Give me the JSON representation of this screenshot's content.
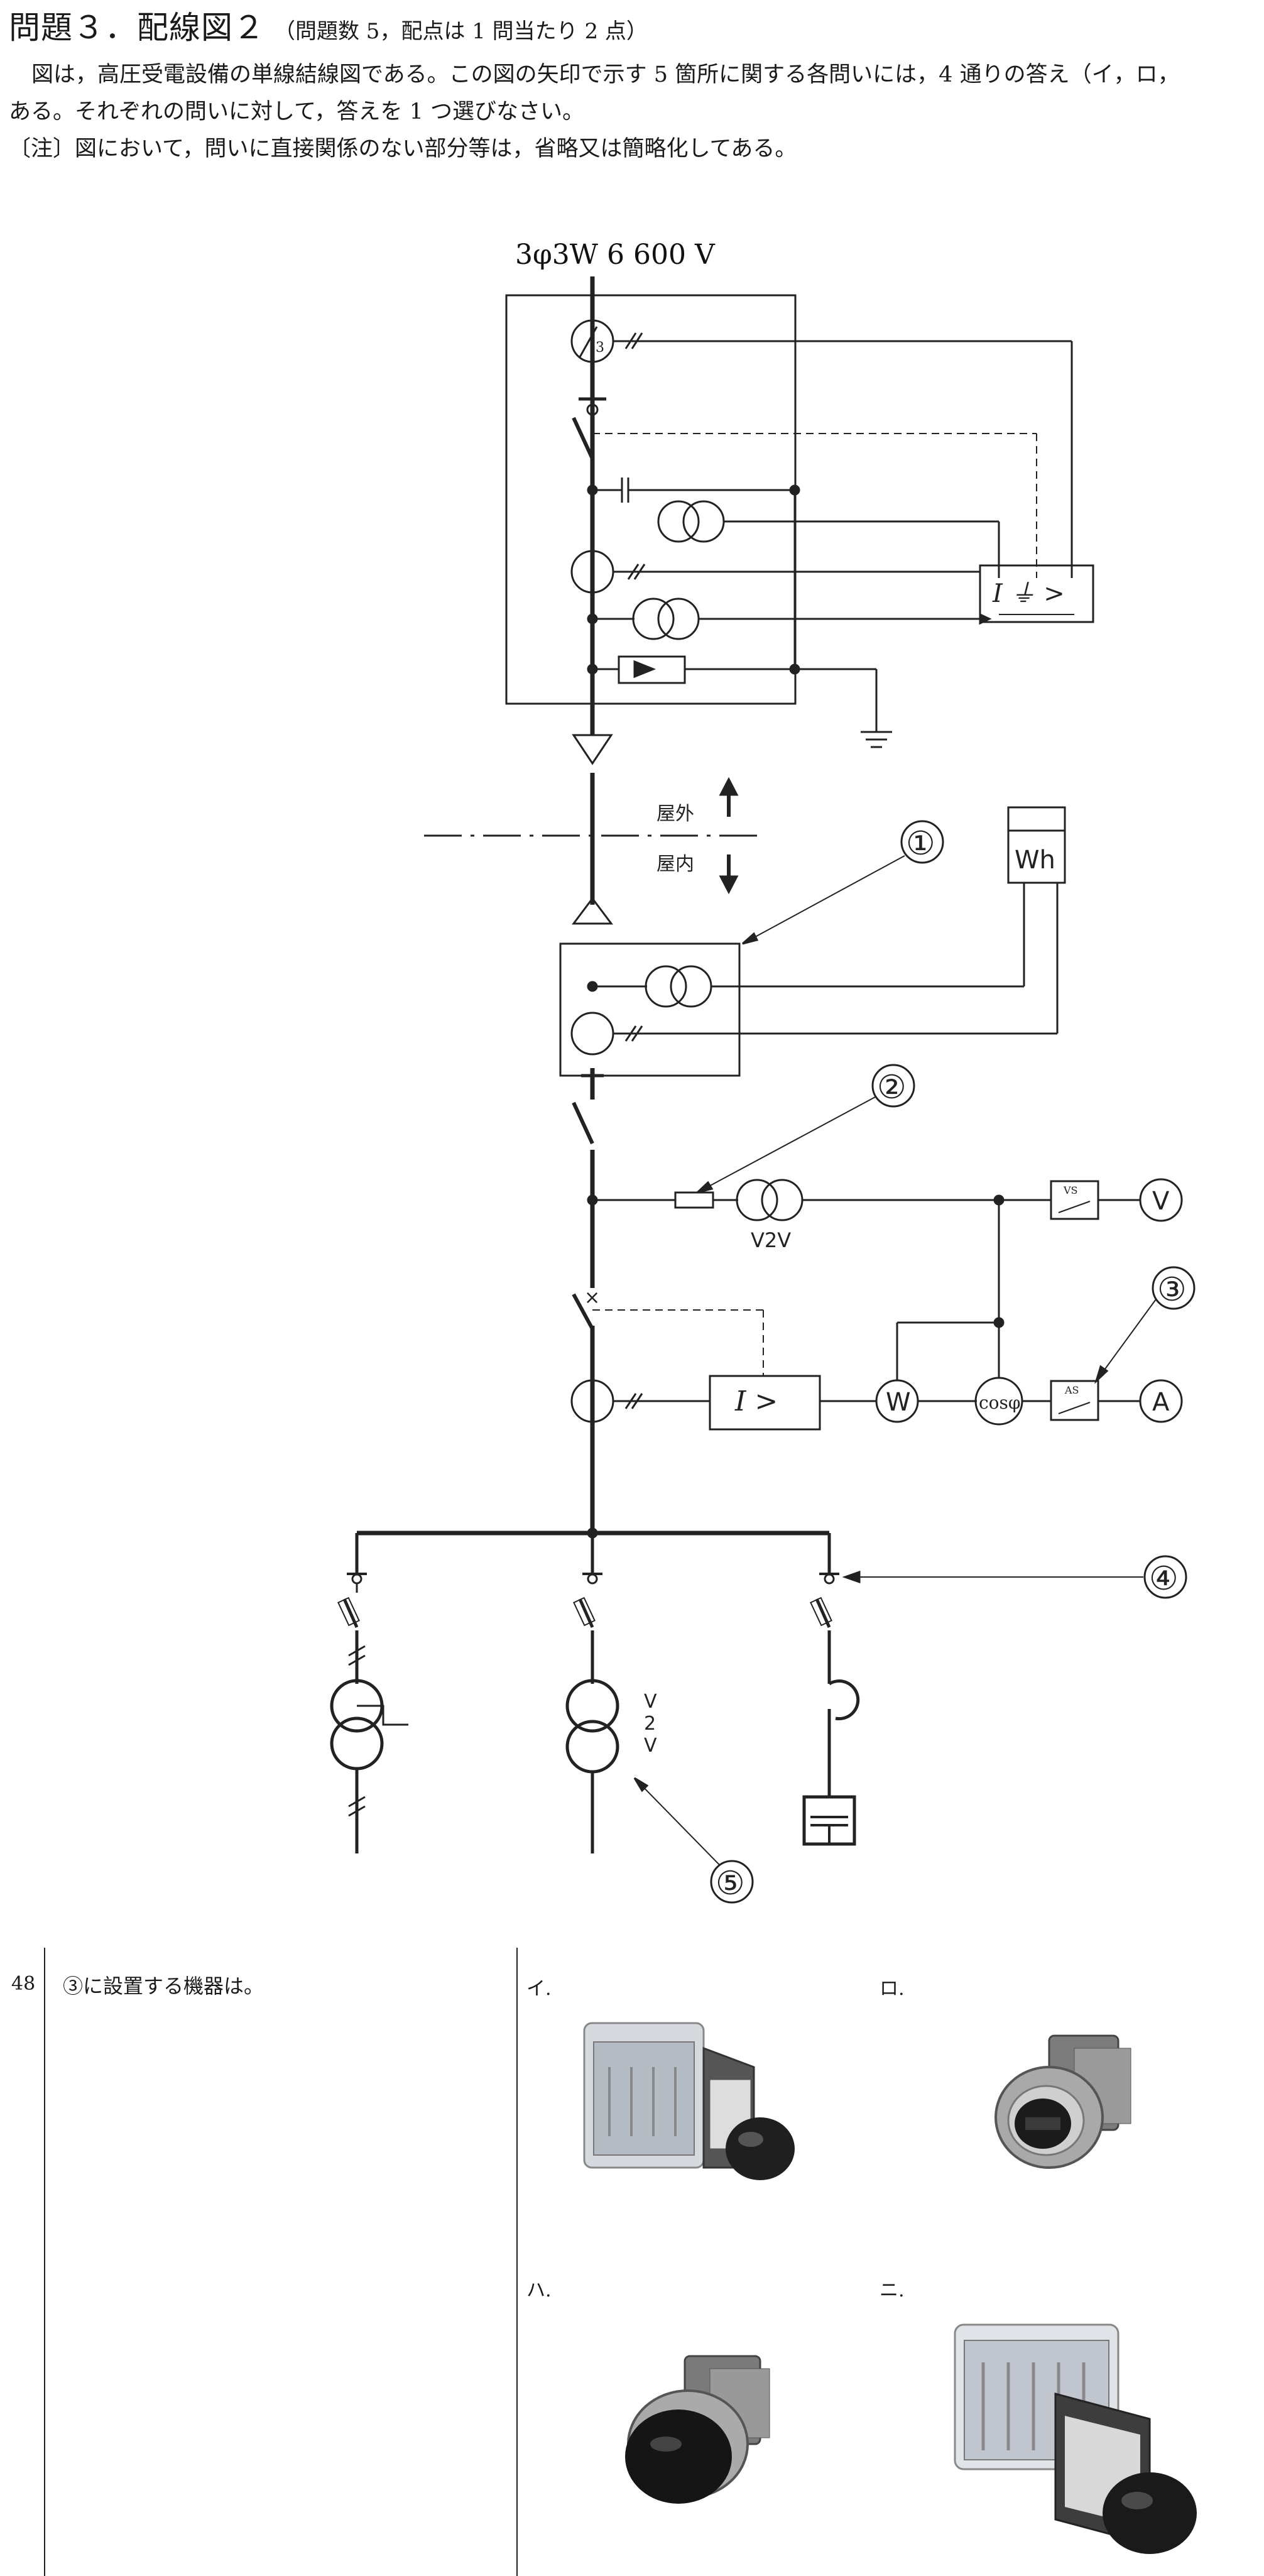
{
  "header": {
    "title": "問題３．配線図２",
    "subtitle": "（問題数 5，配点は 1 問当たり 2 点）"
  },
  "intro": {
    "line1": "図は，高圧受電設備の単線結線図である。この図の矢印で示す 5 箇所に関する各問いには，4 通りの答え（イ，ロ，",
    "line2": "ある。それぞれの問いに対して，答えを 1 つ選びなさい。",
    "line3": "〔注〕図において，問いに直接関係のない部分等は，省略又は簡略化してある。"
  },
  "diagram": {
    "supply": "3φ3W  6 600 V",
    "outdoor": "屋外",
    "indoor": "屋内",
    "wh": "Wh",
    "v2v": "V2V",
    "vs": "VS",
    "as": "AS",
    "relay_ground": "I ⏚ >",
    "relay_oc": "I  >",
    "meter_v": "V",
    "meter_a": "A",
    "meter_w": "W",
    "meter_cos": "cosφ",
    "trans_label": [
      "V",
      "2",
      "V"
    ],
    "callouts": [
      "①",
      "②",
      "③",
      "④",
      "⑤"
    ],
    "zct_mark": "3"
  },
  "question": {
    "number": "48",
    "text": "③に設置する機器は。",
    "options": [
      {
        "label": "イ.",
        "device": "cam-switch-small"
      },
      {
        "label": "ロ.",
        "device": "selector-switch"
      },
      {
        "label": "ハ.",
        "device": "pushbutton-switch"
      },
      {
        "label": "ニ.",
        "device": "cam-switch-large"
      }
    ]
  }
}
